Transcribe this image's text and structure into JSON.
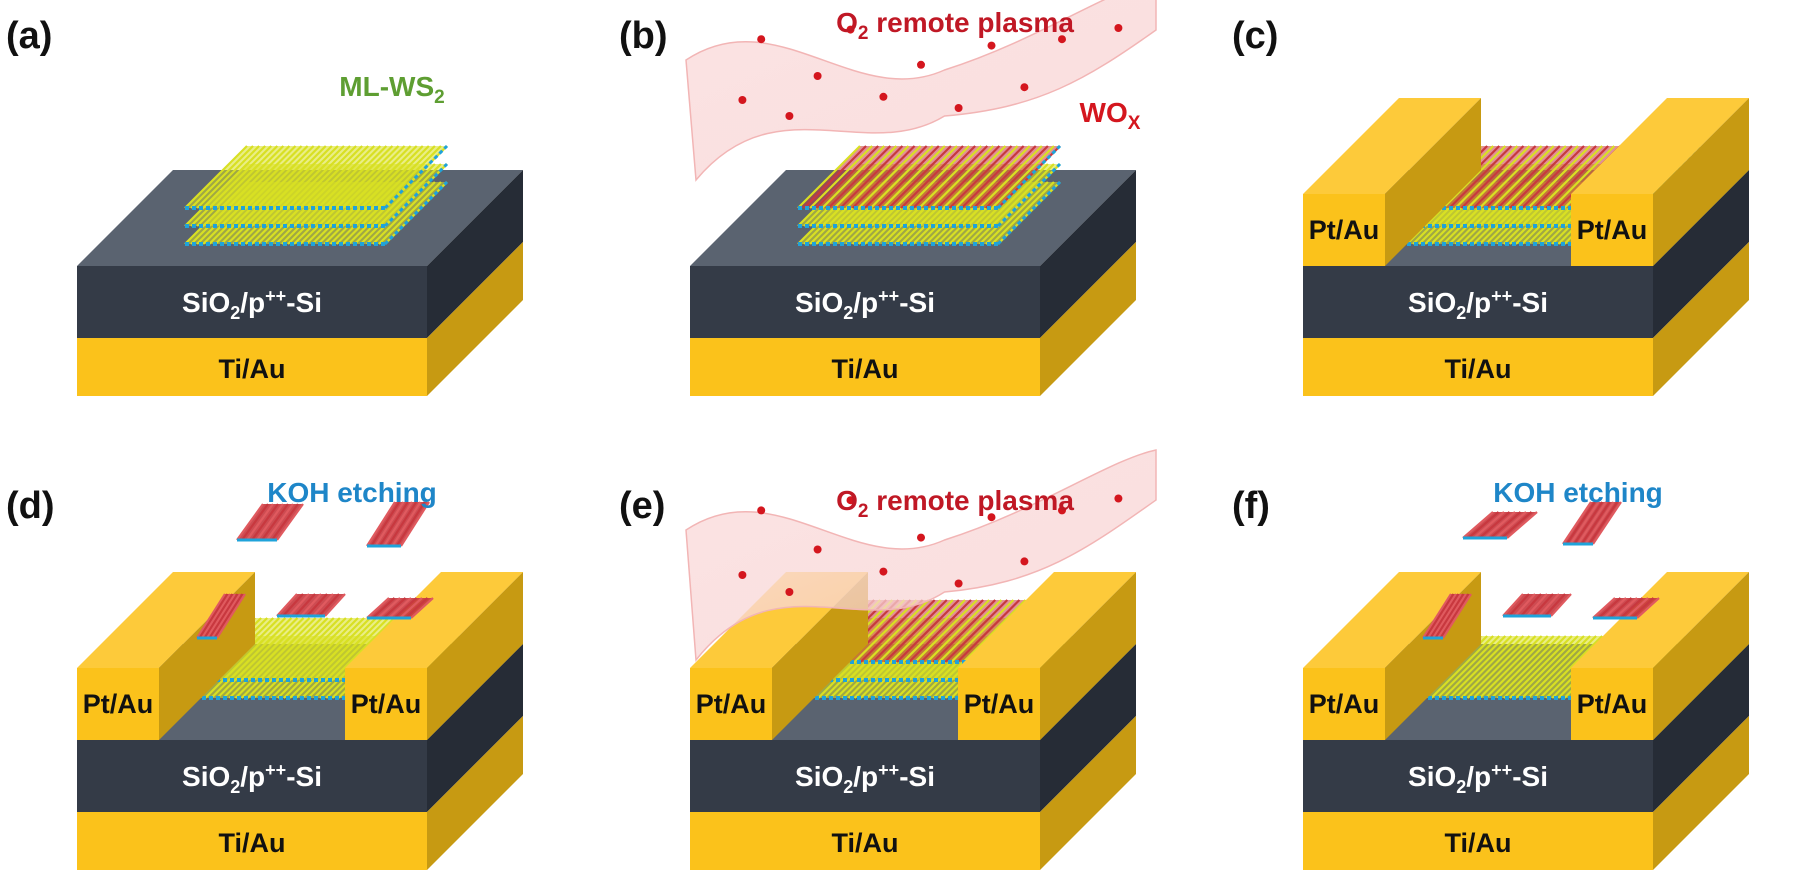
{
  "colors": {
    "gold_front": "#FBC21B",
    "gold_top": "#FDCA3A",
    "gold_side": "#C79A12",
    "oxide_front": "#343B47",
    "oxide_top": "#5A6370",
    "oxide_side": "#262C36",
    "ws2_yellow": "#D8E023",
    "ws2_blue": "#1FA3DA",
    "wox_red": "#C8383F",
    "plasma_text": "#C01825",
    "ws2_label": "#5E9E32",
    "koh_label": "#1E86C8",
    "plasma_sheet": "#F6C8C8",
    "plasma_dot": "#D4161E"
  },
  "figure": {
    "panels": [
      {
        "letter": "(a)",
        "substrate_label": "SiO2/p++-Si",
        "bottom_label": "Ti/Au"
      },
      {
        "letter": "(b)",
        "substrate_label": "SiO2/p++-Si",
        "bottom_label": "Ti/Au"
      },
      {
        "letter": "(c)",
        "substrate_label": "SiO2/p++-Si",
        "bottom_label": "Ti/Au",
        "left_electrode": "Pt/Au",
        "right_electrode": "Pt/Au"
      },
      {
        "letter": "(d)",
        "substrate_label": "SiO2/p++-Si",
        "bottom_label": "Ti/Au",
        "left_electrode": "Pt/Au",
        "right_electrode": "Pt/Au"
      },
      {
        "letter": "(e)",
        "substrate_label": "SiO2/p++-Si",
        "bottom_label": "Ti/Au",
        "left_electrode": "Pt/Au",
        "right_electrode": "Pt/Au"
      },
      {
        "letter": "(f)",
        "substrate_label": "SiO2/p++-Si",
        "bottom_label": "Ti/Au",
        "left_electrode": "Pt/Au",
        "right_electrode": "Pt/Au"
      }
    ],
    "annotations": {
      "ws2": "ML-WS2",
      "plasma_b": "O2 remote plasma",
      "wox": "WOX",
      "koh_d": "KOH etching",
      "plasma_e": "O2 remote plasma",
      "koh_f": "KOH etching"
    }
  }
}
